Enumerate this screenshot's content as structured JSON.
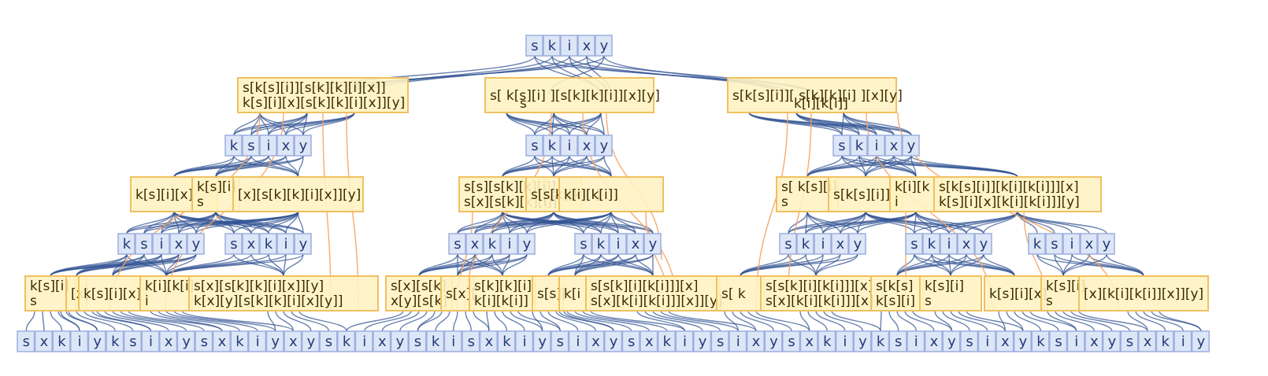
{
  "title": "",
  "colors": {
    "symbol_fill": "#dde6f7",
    "symbol_stroke": "#9aafdf",
    "symbol_text": "#233c78",
    "expr_fill": "#fff2c2",
    "expr_stroke": "#f0c060",
    "expr_text": "#3d2a00",
    "edge_blue": "#2f5092",
    "edge_orange": "#f5a25f"
  },
  "root_symbols": [
    "s",
    "k",
    "i",
    "x",
    "y"
  ],
  "level1_exprs": [
    [
      "s[k[s][i]][s[k][k][i][x]]",
      "k[s][i][x][s[k][k][i][x]][y]"
    ],
    [
      "s[ k[s][i] ][s[k][k][i]][x][y]",
      "s"
    ],
    [
      "s[k[s][i]][ s[k][k][i] ][x][y]",
      "k[i][k[i]]"
    ]
  ],
  "level2_symbols": [
    [
      "k",
      "s",
      "i",
      "x",
      "y"
    ],
    [
      "s",
      "k",
      "i",
      "x",
      "y"
    ],
    [
      "s",
      "k",
      "i",
      "x",
      "y"
    ]
  ],
  "level2_exprs": [
    [
      "k[s][i][x]",
      "k[s][i]",
      "s",
      "[x][s[k][k][i][x]][y]"
    ],
    [
      "s[s][s[k][k][i]]",
      "s[x][s[k][k][i]]",
      "s[s[k][k][i]",
      "k[i][k[i]]",
      "][x][y]"
    ],
    [
      "s[ k[s][i] ",
      "s",
      "s[k[s][i]]",
      "k[i][k",
      "i",
      "s[k[s][i]][k[i][k[i]]][x]",
      "k[s][i][x][k[i][k[i]]][y]"
    ]
  ],
  "level3_symbols": [
    [
      "k",
      "s",
      "i",
      "x",
      "y"
    ],
    [
      "s",
      "x",
      "k",
      "i",
      "y"
    ],
    [
      "s",
      "x",
      "k",
      "i",
      "y"
    ],
    [
      "s",
      "k",
      "i",
      "x",
      "y"
    ],
    [
      "s",
      "k",
      "i",
      "x",
      "y"
    ],
    [
      "s",
      "k",
      "i",
      "x",
      "y"
    ],
    [
      "k",
      "s",
      "i",
      "x",
      "y"
    ]
  ],
  "level3_exprs": [
    "k[s][i]",
    "s",
    "[x]",
    "k[s][i][x]",
    "k[i][k[i]",
    "i",
    "s[x][s[k][k][i][x]][y]",
    "k[x][y][s[k][k][i][x][y]]",
    "s[x][s[k]",
    "x[y][s[k]",
    "s[x][",
    "s[k][k][i]",
    "k[i][k[i]]",
    "s[s][",
    "k[i",
    "s[s[k][i][k[i]]][x]",
    "s[x][k[i][k[i]]][x]][y]",
    "s[ k",
    "s[s[k][i][k[i]]][x]",
    "s[x][k[i][k[i]]][x]]",
    "s[k[s]",
    "k[s][i]",
    "k[s][i]",
    "s",
    "k[s][i][x]",
    "k[s][i]",
    "s",
    "[x][k[i][k[i]][x]][y]"
  ],
  "leaf_symbols": [
    "s",
    "x",
    "k",
    "i",
    "y",
    "k",
    "s",
    "i",
    "x",
    "y",
    "s",
    "x",
    "k",
    "i",
    "y",
    "x",
    "y",
    "s",
    "k",
    "i",
    "x",
    "y",
    "s",
    "k",
    "i",
    "s",
    "x",
    "k",
    "i",
    "y",
    "s",
    "i",
    "x",
    "y",
    "s",
    "x",
    "k",
    "i",
    "y",
    "s",
    "i",
    "x",
    "y",
    "s",
    "x",
    "k",
    "i",
    "y",
    "k",
    "s",
    "i",
    "x",
    "y",
    "s",
    "i",
    "x",
    "y",
    "k",
    "s",
    "i",
    "x",
    "y",
    "s",
    "x",
    "k",
    "i",
    "y"
  ]
}
